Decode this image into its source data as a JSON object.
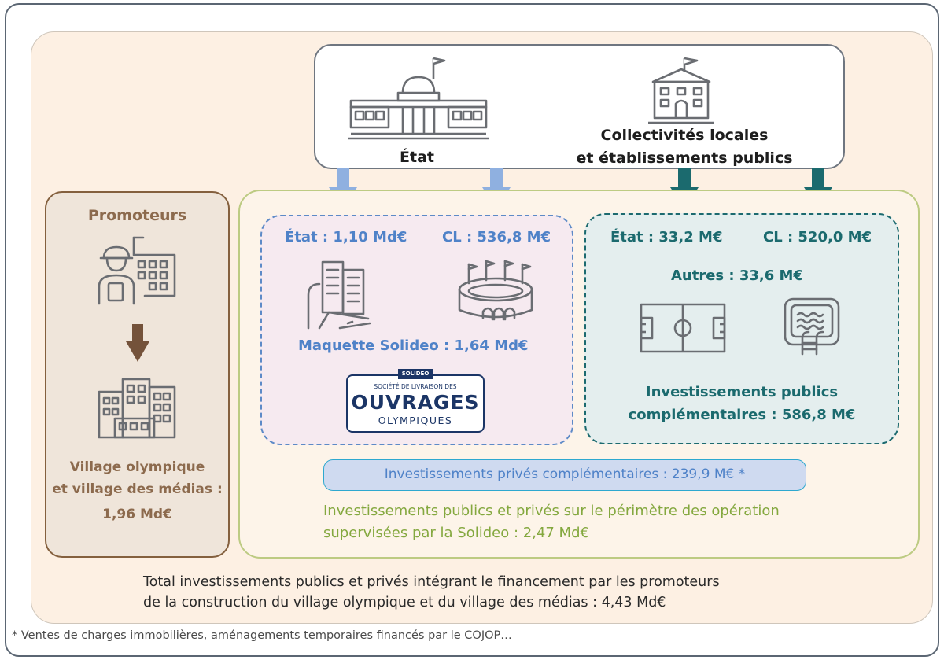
{
  "funders": {
    "etat": "État",
    "collectivites_line1": "Collectivités locales",
    "collectivites_line2": "et établissements publics"
  },
  "promoteurs": {
    "title": "Promoteurs",
    "caption_line1": "Village olympique",
    "caption_line2": "et village des médias :",
    "caption_line3": "1,96 Md€"
  },
  "solideo_box": {
    "etat": "État : 1,10 Md€",
    "cl": "CL : 536,8 M€",
    "maquette": "Maquette Solideo : 1,64 Md€",
    "logo": {
      "tag": "SOLIDEO",
      "line1": "SOCIÉTÉ DE LIVRAISON DES",
      "line2": "OUVRAGES",
      "line3": "OLYMPIQUES"
    }
  },
  "complementaires_box": {
    "etat": "État : 33,2 M€",
    "cl": "CL : 520,0 M€",
    "autres": "Autres : 33,6 M€",
    "title_line1": "Investissements publics",
    "title_line2": "complémentaires : 586,8 M€"
  },
  "prives": "Investissements privés complémentaires : 239,9 M€ *",
  "perimetre_line1": "Investissements publics et privés sur le périmètre des opération",
  "perimetre_line2": "supervisées par la Solideo : 2,47 Md€",
  "total_line1": "Total investissements publics et privés intégrant le financement par les promoteurs",
  "total_line2": "de la construction du village olympique et du village des médias : 4,43 Md€",
  "footnote": "* Ventes de charges immobilières, aménagements temporaires financés par le COJOP…",
  "colors": {
    "blue": "#4f82c8",
    "teal": "#1b6a6e",
    "brown": "#84603e",
    "green": "#84a83f",
    "peach": "#fdf0e3"
  },
  "icons": [
    "government-building-icon",
    "town-hall-icon",
    "city-road-icon",
    "stadium-icon",
    "construction-worker-icon",
    "apartment-buildings-icon",
    "football-field-icon",
    "swimming-pool-icon"
  ]
}
